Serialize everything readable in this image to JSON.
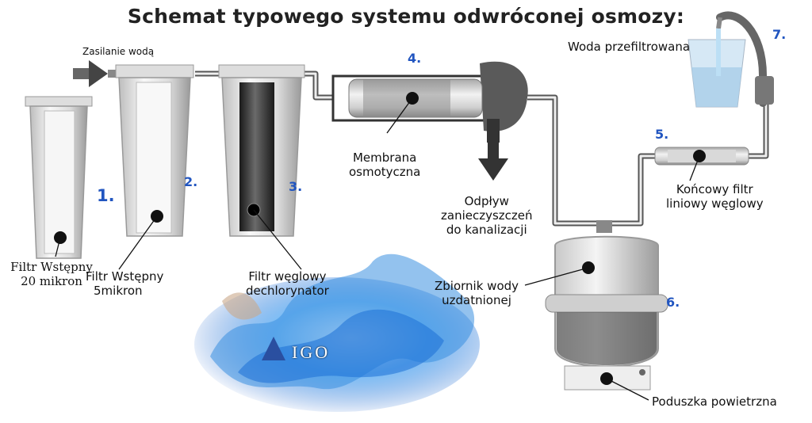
{
  "title": "Schemat typowego systemu odwróconej osmozy:",
  "inlet_label": "Zasilanie wodą",
  "logo_text": "IGO",
  "numbers": [
    "1.",
    "2.",
    "3.",
    "4.",
    "5.",
    "6.",
    "7."
  ],
  "labels": {
    "filter_20": [
      "Filtr Wstępny",
      "20 mikron"
    ],
    "filter_5": [
      "Filtr Wstępny",
      "5mikron"
    ],
    "carbon": [
      "Filtr węglowy",
      "dechlorynator"
    ],
    "membrane": [
      "Membrana",
      "osmotyczna"
    ],
    "drain": [
      "Odpływ",
      "zanieczyszczeń",
      "do kanalizacji"
    ],
    "final_filter": [
      "Końcowy filtr",
      "liniowy węglowy"
    ],
    "tank": [
      "Zbiornik wody",
      "uzdatnionej"
    ],
    "air_cushion": "Poduszka powietrzna",
    "product_water": "Woda przefiltrowana"
  },
  "colors": {
    "number": "#2155c0",
    "pipe": "#555555",
    "filter_body": "#eeeeee",
    "carbon_core": "#333333",
    "water_splash": "#3a8fe0"
  }
}
